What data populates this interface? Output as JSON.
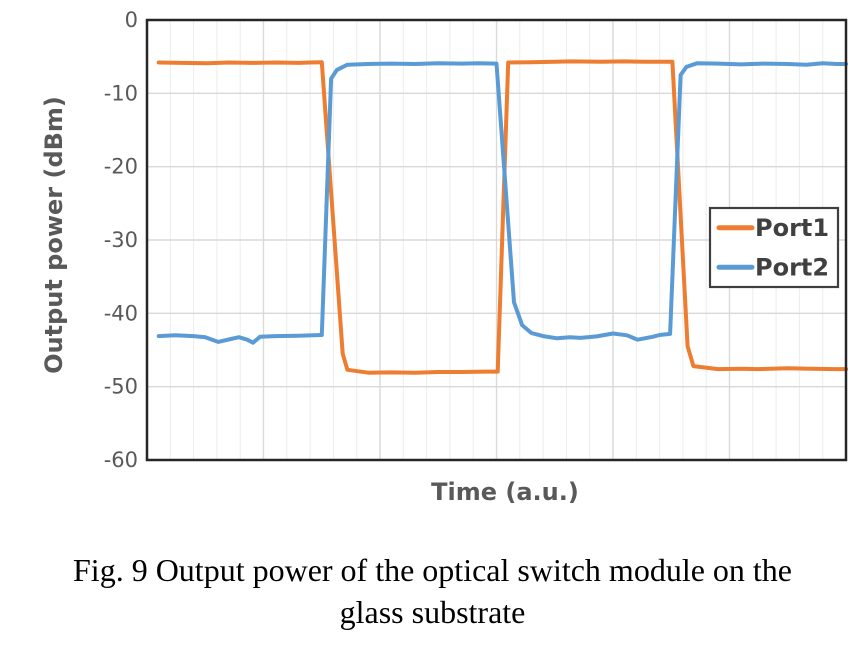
{
  "figure": {
    "caption_line1": "Fig. 9 Output power of the optical switch module on the",
    "caption_line2": "glass substrate"
  },
  "colors": {
    "port1": "#ED7D31",
    "port2": "#5B9BD5",
    "axis_text": "#595959",
    "legend_text": "#404040",
    "plot_border": "#262626",
    "legend_border": "#3F3F3F",
    "grid_major": "#D9D9D9",
    "grid_minor": "#ECECEC",
    "background": "#FFFFFF"
  },
  "chart_data": {
    "type": "line",
    "title": "",
    "xlabel": "Time (a.u.)",
    "ylabel": "Output power (dBm)",
    "xlim": [
      0,
      30
    ],
    "ylim": [
      -60,
      0
    ],
    "yticks": [
      0,
      -10,
      -20,
      -30,
      -40,
      -50,
      -60
    ],
    "xticks": [],
    "grid": true,
    "minor_x_divisions": 30,
    "major_x_every": 5,
    "legend_position": "inside-right-middle",
    "series": [
      {
        "name": "Port1",
        "color": "#ED7D31",
        "points": [
          [
            0.5,
            -5.8
          ],
          [
            1.5,
            -5.85
          ],
          [
            2.6,
            -5.9
          ],
          [
            3.5,
            -5.8
          ],
          [
            4.5,
            -5.85
          ],
          [
            5.5,
            -5.8
          ],
          [
            6.5,
            -5.85
          ],
          [
            7.0,
            -5.8
          ],
          [
            7.5,
            -5.75
          ],
          [
            8.4,
            -45.5
          ],
          [
            8.6,
            -47.7
          ],
          [
            9.5,
            -48.1
          ],
          [
            10.5,
            -48.05
          ],
          [
            11.5,
            -48.1
          ],
          [
            12.5,
            -48.0
          ],
          [
            13.5,
            -48.0
          ],
          [
            14.5,
            -47.95
          ],
          [
            15.05,
            -47.95
          ],
          [
            15.5,
            -5.8
          ],
          [
            16.5,
            -5.75
          ],
          [
            17.5,
            -5.7
          ],
          [
            18.2,
            -5.65
          ],
          [
            19.5,
            -5.7
          ],
          [
            20.5,
            -5.65
          ],
          [
            21.5,
            -5.7
          ],
          [
            22.2,
            -5.7
          ],
          [
            22.55,
            -5.7
          ],
          [
            23.2,
            -44.5
          ],
          [
            23.45,
            -47.2
          ],
          [
            24.5,
            -47.6
          ],
          [
            25.5,
            -47.55
          ],
          [
            26.2,
            -47.6
          ],
          [
            27.5,
            -47.5
          ],
          [
            28.5,
            -47.55
          ],
          [
            29.5,
            -47.6
          ],
          [
            30.0,
            -47.6
          ]
        ]
      },
      {
        "name": "Port2",
        "color": "#5B9BD5",
        "points": [
          [
            0.5,
            -43.1
          ],
          [
            1.2,
            -43.0
          ],
          [
            2.0,
            -43.1
          ],
          [
            2.5,
            -43.25
          ],
          [
            3.05,
            -43.9
          ],
          [
            3.6,
            -43.5
          ],
          [
            3.95,
            -43.25
          ],
          [
            4.3,
            -43.6
          ],
          [
            4.55,
            -44.0
          ],
          [
            4.85,
            -43.2
          ],
          [
            5.5,
            -43.1
          ],
          [
            6.5,
            -43.05
          ],
          [
            7.5,
            -42.95
          ],
          [
            7.9,
            -8.0
          ],
          [
            8.15,
            -6.8
          ],
          [
            8.6,
            -6.1
          ],
          [
            9.5,
            -6.0
          ],
          [
            10.5,
            -5.95
          ],
          [
            11.5,
            -6.0
          ],
          [
            12.5,
            -5.9
          ],
          [
            13.5,
            -5.95
          ],
          [
            14.2,
            -5.9
          ],
          [
            15.0,
            -5.95
          ],
          [
            15.75,
            -38.5
          ],
          [
            16.1,
            -41.6
          ],
          [
            16.5,
            -42.7
          ],
          [
            17.0,
            -43.1
          ],
          [
            17.6,
            -43.4
          ],
          [
            18.15,
            -43.25
          ],
          [
            18.6,
            -43.35
          ],
          [
            19.3,
            -43.15
          ],
          [
            20.0,
            -42.75
          ],
          [
            20.6,
            -43.0
          ],
          [
            21.05,
            -43.6
          ],
          [
            21.7,
            -43.2
          ],
          [
            22.0,
            -42.95
          ],
          [
            22.45,
            -42.8
          ],
          [
            22.9,
            -7.5
          ],
          [
            23.15,
            -6.4
          ],
          [
            23.6,
            -5.9
          ],
          [
            24.5,
            -5.95
          ],
          [
            25.5,
            -6.05
          ],
          [
            26.5,
            -5.95
          ],
          [
            27.5,
            -6.0
          ],
          [
            28.3,
            -6.1
          ],
          [
            29.0,
            -5.9
          ],
          [
            29.6,
            -6.0
          ],
          [
            30.0,
            -6.0
          ]
        ]
      }
    ]
  }
}
